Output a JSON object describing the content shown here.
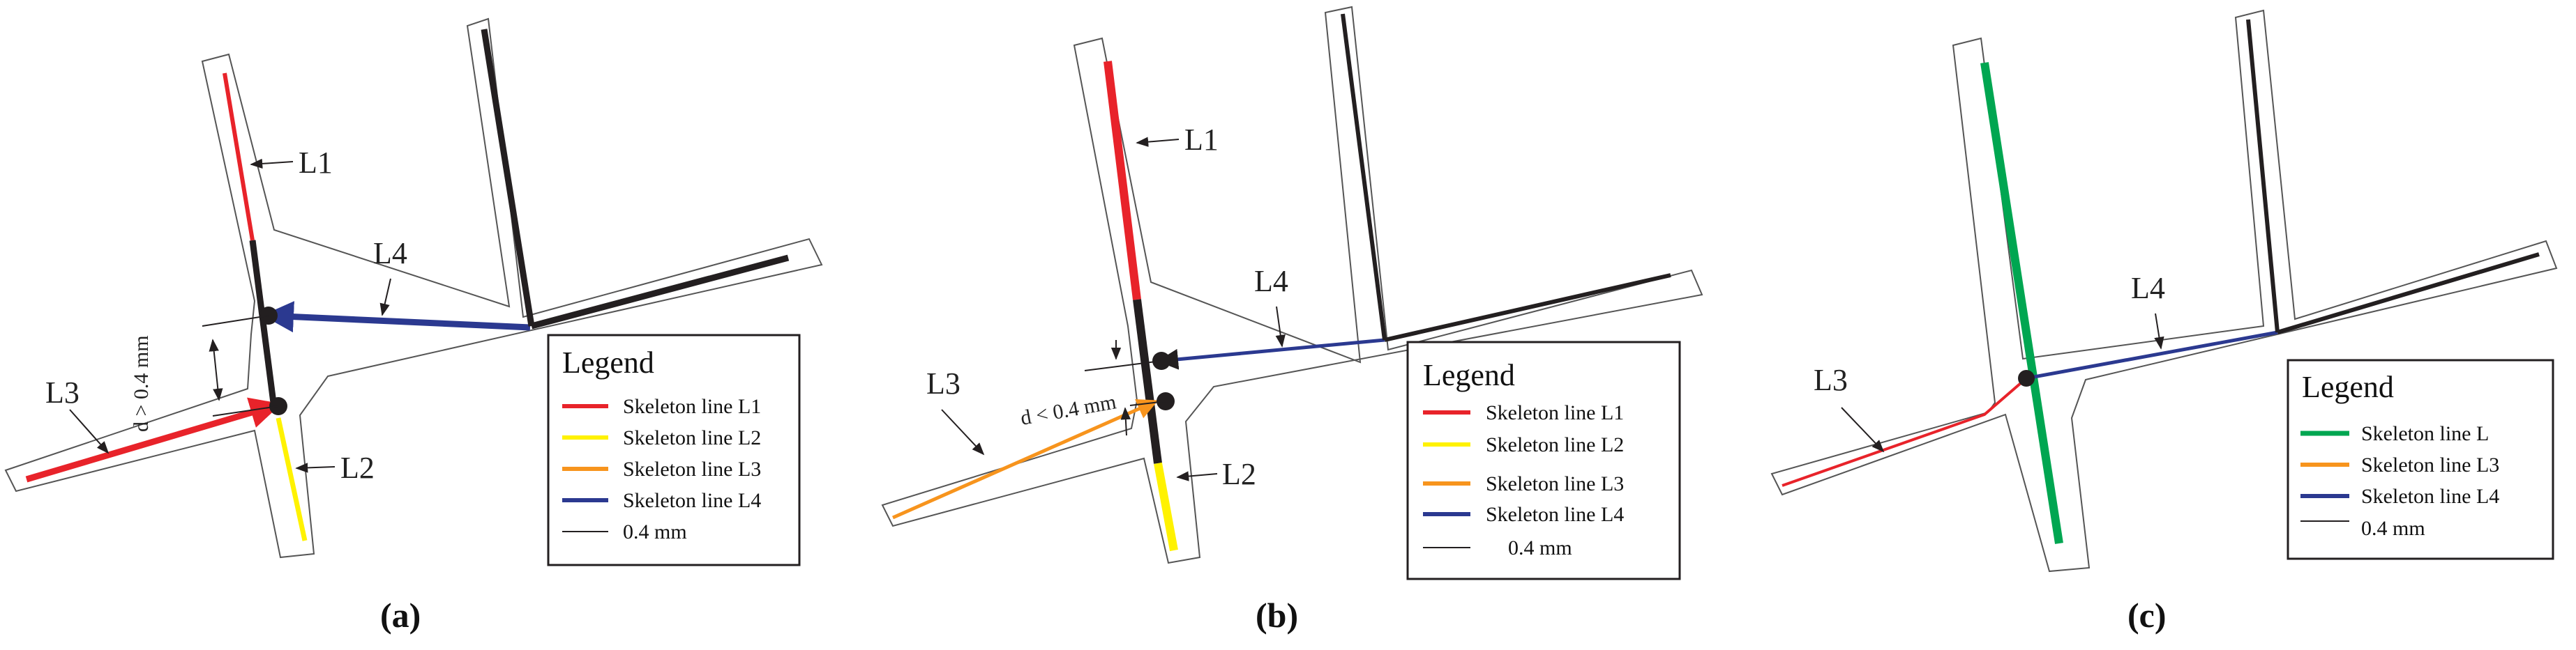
{
  "colors": {
    "red": "#e8232a",
    "yellow": "#fff200",
    "orange": "#f7941d",
    "blue": "#2b3990",
    "green": "#00a651",
    "dark": "#231f20",
    "outline": "#555555"
  },
  "panels": [
    {
      "caption": "(a)",
      "labels": {
        "l1": "L1",
        "l2": "L2",
        "l3": "L3",
        "l4": "L4"
      },
      "distance": "d > 0.4 mm",
      "legend": {
        "title": "Legend",
        "items": [
          {
            "label": "Skeleton line L1",
            "color": "#e8232a"
          },
          {
            "label": "Skeleton line L2",
            "color": "#fff200"
          },
          {
            "label": "Skeleton line L3",
            "color": "#f7941d"
          },
          {
            "label": "Skeleton line L4",
            "color": "#2b3990"
          },
          {
            "label": "0.4 mm",
            "color": "#231f20"
          }
        ]
      }
    },
    {
      "caption": "(b)",
      "labels": {
        "l1": "L1",
        "l2": "L2",
        "l3": "L3",
        "l4": "L4"
      },
      "distance": "d < 0.4 mm",
      "legend": {
        "title": "Legend",
        "items": [
          {
            "label": "Skeleton line L1",
            "color": "#e8232a"
          },
          {
            "label": "Skeleton line L2",
            "color": "#fff200"
          },
          {
            "label": "Skeleton line L3",
            "color": "#f7941d"
          },
          {
            "label": "Skeleton line L4",
            "color": "#2b3990"
          },
          {
            "label": "0.4 mm",
            "color": "#231f20"
          }
        ]
      }
    },
    {
      "caption": "(c)",
      "labels": {
        "l3": "L3",
        "l4": "L4"
      },
      "legend": {
        "title": "Legend",
        "items": [
          {
            "label": "Skeleton line L",
            "color": "#00a651"
          },
          {
            "label": "Skeleton line L3",
            "color": "#f7941d"
          },
          {
            "label": "Skeleton line L4",
            "color": "#2b3990"
          },
          {
            "label": "0.4 mm",
            "color": "#231f20"
          }
        ]
      }
    }
  ]
}
